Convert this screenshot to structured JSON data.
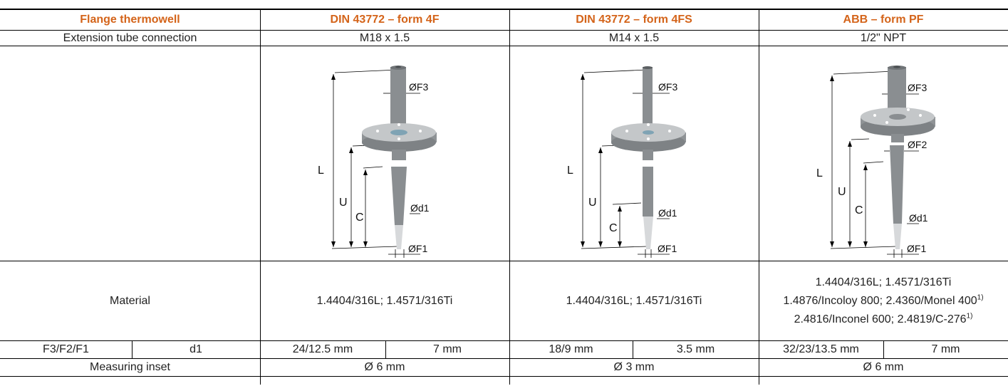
{
  "header": {
    "col1": "Flange thermowell",
    "col2": "DIN 43772 – form 4F",
    "col3": "DIN 43772 – form 4FS",
    "col4": "ABB – form PF"
  },
  "connection": {
    "label": "Extension tube connection",
    "v1": "M18 x 1.5",
    "v2": "M14 x 1.5",
    "v3": "1/2\" NPT"
  },
  "drawing_labels": {
    "L": "L",
    "U": "U",
    "C": "C",
    "f3": "ØF3",
    "f2": "ØF2",
    "d1": "Ød1",
    "f1": "ØF1"
  },
  "material": {
    "label": "Material",
    "v1": "1.4404/316L; 1.4571/316Ti",
    "v2": "1.4404/316L; 1.4571/316Ti",
    "v3_line1": "1.4404/316L; 1.4571/316Ti",
    "v3_line2": "1.4876/Incoloy 800; 2.4360/Monel 400",
    "v3_line2_sup": "1)",
    "v3_line3": "2.4816/Inconel 600; 2.4819/C-276",
    "v3_line3_sup": "1)"
  },
  "dims": {
    "label_a": "F3/F2/F1",
    "label_b": "d1",
    "c1a": "24/12.5 mm",
    "c1b": "7 mm",
    "c2a": "18/9 mm",
    "c2b": "3.5 mm",
    "c3a": "32/23/13.5 mm",
    "c3b": "7 mm"
  },
  "inset": {
    "label": "Measuring inset",
    "v1": "Ø 6 mm",
    "v2": "Ø 3 mm",
    "v3": "Ø 6 mm"
  },
  "colors": {
    "header_text": "#d4641a",
    "rule": "#000000"
  }
}
